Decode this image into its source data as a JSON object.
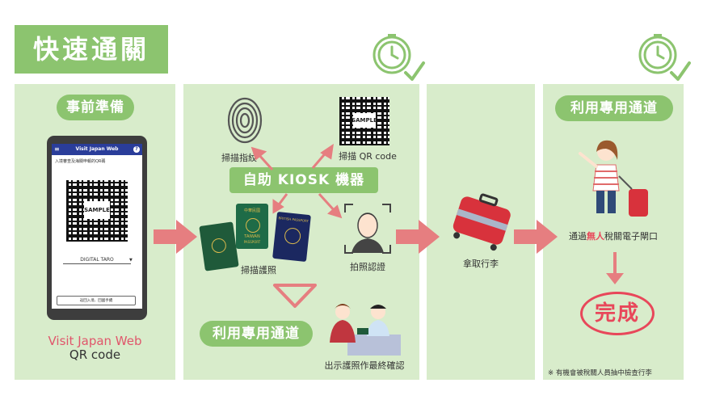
{
  "title": "快速通關",
  "panel1": {
    "heading": "事前準備",
    "phone_app_title": "Visit Japan Web",
    "phone_subtitle": "入境審查及海關申報的QR碼",
    "qr_sample": "SAMPLE",
    "phone_name": "DIGITAL TARO",
    "phone_button": "返回入境、回國手續",
    "caption_line1": "Visit Japan Web",
    "caption_line2": "QR code"
  },
  "panel2": {
    "kiosk_label": "自助 KIOSK 機器",
    "fingerprint_label": "掃描指紋",
    "qr_label": "掃描 QR code",
    "qr_sample": "SAMPLE",
    "passport_label": "掃描護照",
    "photo_label": "拍照認證",
    "lane_label": "利用專用通道",
    "confirm_label": "出示護照作最終確認",
    "passport_texts": [
      "中華民國",
      "TAIWAN",
      "PASSPORT",
      "BRITISH PASSPORT"
    ]
  },
  "panel3": {
    "baggage_label": "拿取行李"
  },
  "panel4": {
    "heading": "利用專用通道",
    "gate_pre": "通過",
    "gate_highlight": "無人",
    "gate_post": "稅關電子閘口",
    "complete": "完成",
    "note": "※ 有機會被稅關人員抽中檢查行李"
  },
  "colors": {
    "panel_bg": "#d8eccb",
    "accent_green": "#8cc46f",
    "arrow_pink": "#e67e80",
    "highlight_red": "#e8475a",
    "caption_pink": "#e0566b"
  }
}
